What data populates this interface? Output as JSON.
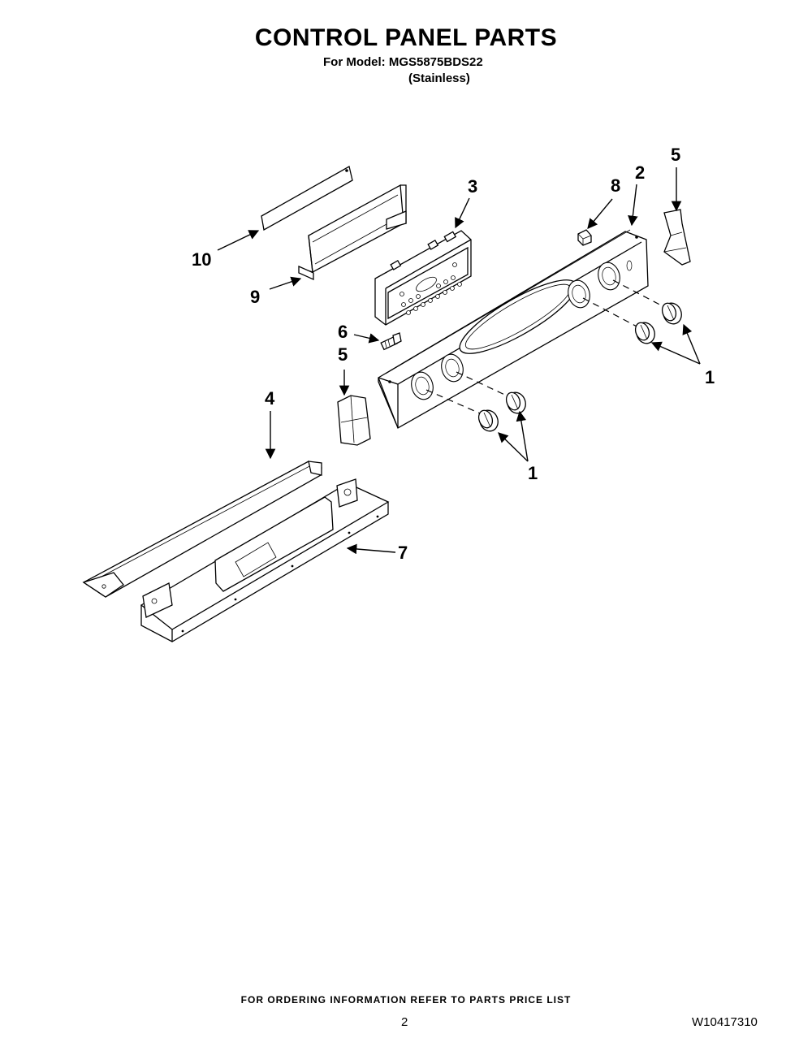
{
  "header": {
    "title": "CONTROL PANEL PARTS",
    "model_line": "For Model: MGS5875BDS22",
    "variant": "(Stainless)"
  },
  "callouts": [
    {
      "id": "c10",
      "label": "10"
    },
    {
      "id": "c9",
      "label": "9"
    },
    {
      "id": "c3",
      "label": "3"
    },
    {
      "id": "c8",
      "label": "8"
    },
    {
      "id": "c2",
      "label": "2"
    },
    {
      "id": "c5a",
      "label": "5"
    },
    {
      "id": "c6",
      "label": "6"
    },
    {
      "id": "c5b",
      "label": "5"
    },
    {
      "id": "c1a",
      "label": "1"
    },
    {
      "id": "c4",
      "label": "4"
    },
    {
      "id": "c1b",
      "label": "1"
    },
    {
      "id": "c7",
      "label": "7"
    }
  ],
  "footer": {
    "ordering_note": "FOR ORDERING INFORMATION REFER TO PARTS PRICE LIST",
    "page_number": "2",
    "document_number": "W10417310"
  }
}
